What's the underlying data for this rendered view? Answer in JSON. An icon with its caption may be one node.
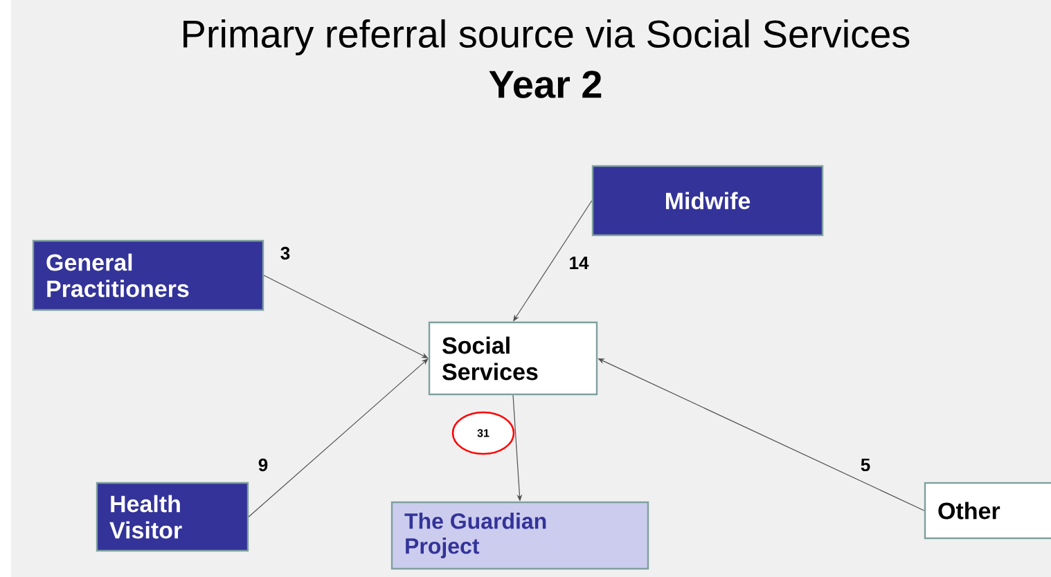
{
  "diagram": {
    "title": "Primary referral source via Social Services",
    "nodes": [
      {
        "text": [
          "Midwife"
        ]
      },
      {
        "text": [
          "General Practitioners"
        ]
      },
      {
        "text": [
          "Social Services"
        ]
      },
      {
        "text": [
          "31"
        ]
      },
      {
        "text": [
          "Health Visitor"
        ]
      },
      {
        "text": [
          "The Guardian Project"
        ]
      },
      {
        "text": [
          "Other"
        ]
      }
    ],
    "edges": [
      {
        "from": 0,
        "to": 2,
        "arrow": "to",
        "label": "14"
      },
      {
        "from": 1,
        "to": 2,
        "arrow": "to",
        "label": "3"
      },
      {
        "from": 4,
        "to": 2,
        "arrow": "to",
        "label": "9"
      },
      {
        "from": 6,
        "to": 2,
        "arrow": "to",
        "label": "5"
      },
      {
        "from": 2,
        "to": 5,
        "arrow": "to"
      }
    ],
    "labels": [
      "Year 2"
    ]
  }
}
